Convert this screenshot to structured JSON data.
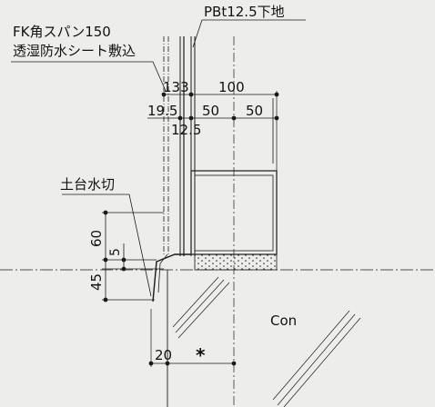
{
  "labels": {
    "top_left_line1": "FK角スパン150",
    "top_left_line2": "透湿防水シート敷込",
    "top_right": "PBt12.5下地",
    "base_flashing": "土台水切",
    "concrete": "Con",
    "asterisk": "*"
  },
  "dimensions": {
    "d133": "133",
    "d100": "100",
    "d19_5": "19.5",
    "d50_left": "50",
    "d50_right": "50",
    "d12_5": "12.5",
    "d60": "60",
    "d5": "5",
    "d45": "45",
    "d20": "20"
  },
  "colors": {
    "background": "#edeeec",
    "line": "#1a1a1a",
    "centerline": "#222222"
  }
}
